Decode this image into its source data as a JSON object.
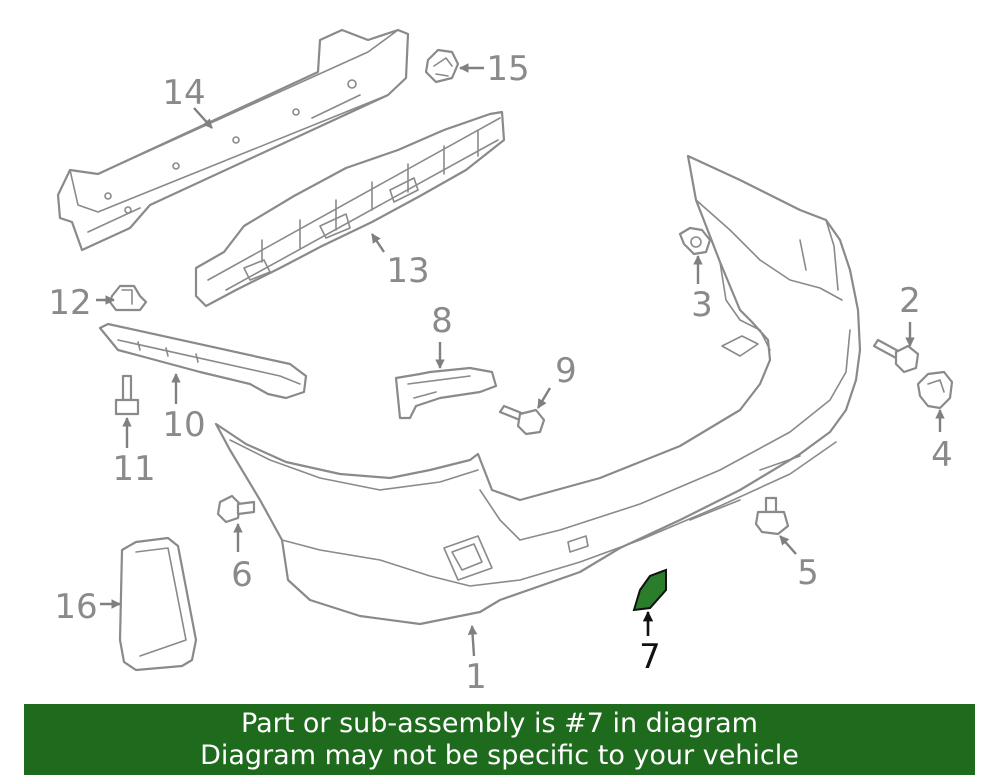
{
  "diagram": {
    "highlight_color": "#2a7d2a",
    "callouts": {
      "c1": "1",
      "c2": "2",
      "c3": "3",
      "c4": "4",
      "c5": "5",
      "c6": "6",
      "c7": "7",
      "c8": "8",
      "c9": "9",
      "c10": "10",
      "c11": "11",
      "c12": "12",
      "c13": "13",
      "c14": "14",
      "c15": "15",
      "c16": "16"
    }
  },
  "banner": {
    "line1": "Part or sub-assembly is #7 in diagram",
    "line2": "Diagram may not be specific to your vehicle",
    "background": "#1e6b1e"
  }
}
